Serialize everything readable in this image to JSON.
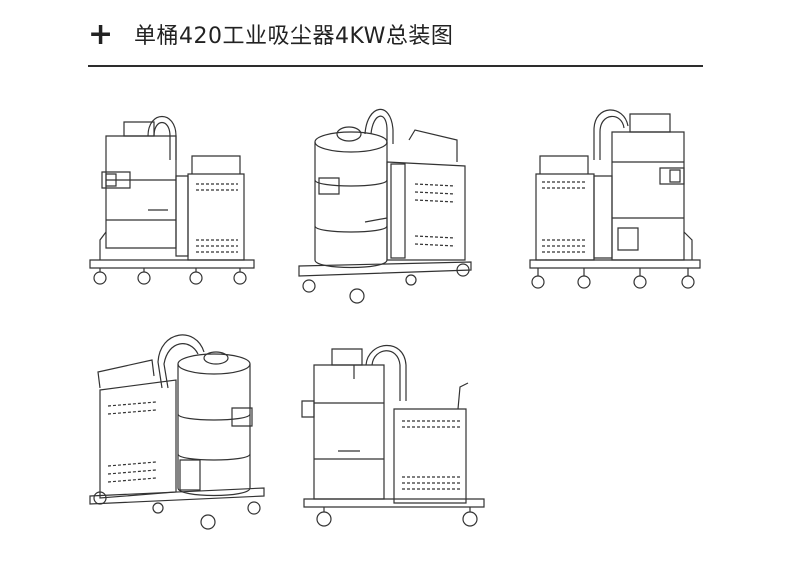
{
  "header": {
    "plus_symbol": "+",
    "title": "单桶420工业吸尘器4KW总装图"
  },
  "drawing": {
    "line_color": "#333333",
    "background": "#ffffff",
    "views": [
      {
        "name": "left-side-view"
      },
      {
        "name": "front-three-quarter-view"
      },
      {
        "name": "right-side-view"
      },
      {
        "name": "rear-three-quarter-view"
      },
      {
        "name": "front-view"
      }
    ]
  }
}
